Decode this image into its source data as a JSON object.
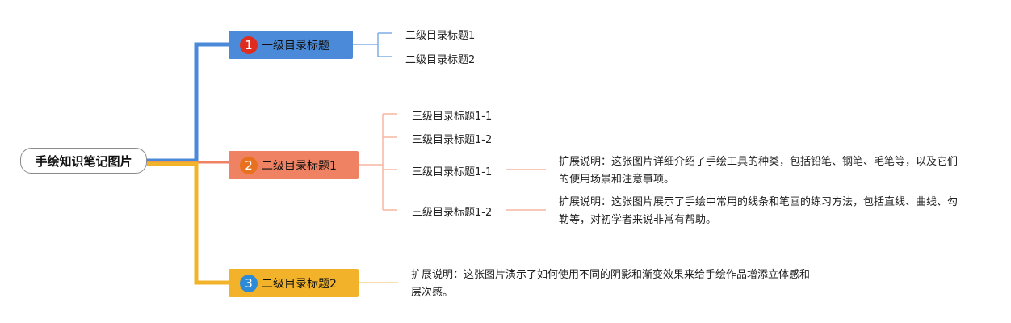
{
  "root": {
    "label": "手绘知识笔记图片"
  },
  "colors": {
    "blue": "#4a8ad8",
    "orange": "#ef8262",
    "yellow": "#f2b32a",
    "red_badge": "#e02b1f",
    "orange_badge": "#e8711f",
    "blue_badge": "#2d8ad6"
  },
  "branches": [
    {
      "badge": "1",
      "label": "一级目录标题",
      "children": [
        "二级目录标题1",
        "二级目录标题2"
      ]
    },
    {
      "badge": "2",
      "label": "二级目录标题1",
      "children": [
        "三级目录标题1-1",
        "三级目录标题1-2",
        "三级目录标题1-1",
        "三级目录标题1-2"
      ],
      "notes": [
        "扩展说明：这张图片详细介绍了手绘工具的种类，包括铅笔、钢笔、毛笔等，以及它们的使用场景和注意事项。",
        "扩展说明：这张图片展示了手绘中常用的线条和笔画的练习方法，包括直线、曲线、勾勒等，对初学者来说非常有帮助。"
      ]
    },
    {
      "badge": "3",
      "label": "二级目录标题2",
      "notes": [
        "扩展说明：这张图片演示了如何使用不同的阴影和渐变效果来给手绘作品增添立体感和层次感。"
      ]
    }
  ]
}
